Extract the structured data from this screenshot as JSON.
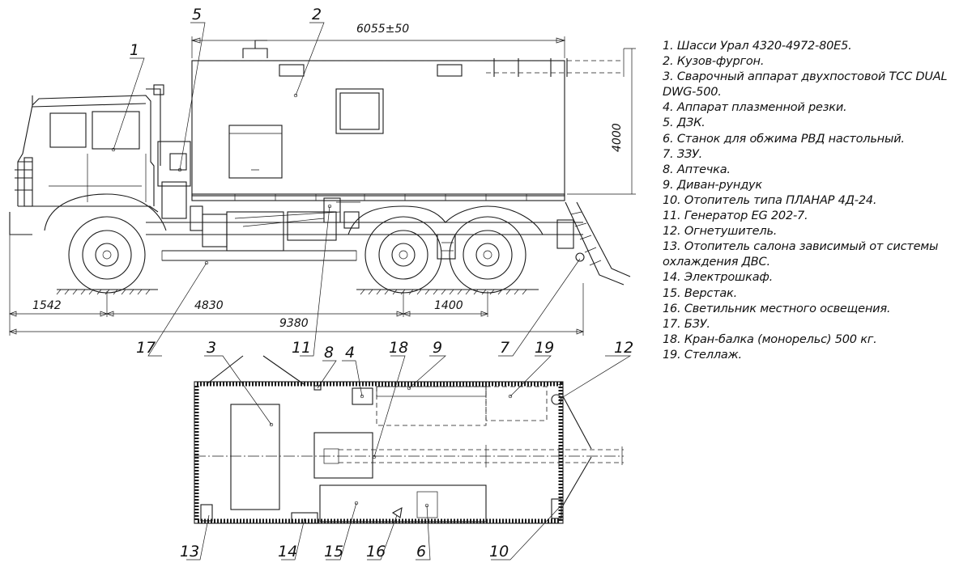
{
  "dimensions": {
    "body_length": "6055±50",
    "height": "4000",
    "front_overhang": "1542",
    "wheelbase_front": "4830",
    "rear_axles": "1400",
    "overall_length": "9380"
  },
  "callouts": {
    "c1": "1",
    "c2": "2",
    "c3": "3",
    "c4": "4",
    "c5": "5",
    "c6": "6",
    "c7": "7",
    "c8": "8",
    "c9": "9",
    "c10": "10",
    "c11": "11",
    "c12": "12",
    "c13": "13",
    "c14": "14",
    "c15": "15",
    "c16": "16",
    "c17": "17",
    "c18": "18",
    "c19": "19"
  },
  "legend": [
    "1. Шасси Урал 4320-4972-80Е5.",
    "2. Кузов-фургон.",
    "3. Сварочный аппарат двухпостовой ТСС DUAL DWG-500.",
    "4. Аппарат плазменной резки.",
    "5. ДЗК.",
    "6. Станок для обжима РВД настольный.",
    "7. ЗЗУ.",
    "8. Аптечка.",
    "9. Диван-рундук",
    "10. Отопитель типа ПЛАНАР 4Д-24.",
    "11. Генератор EG 202-7.",
    "12. Огнетушитель.",
    "13. Отопитель салона зависимый от системы охлаждения ДВС.",
    "14. Электрошкаф.",
    "15. Верстак.",
    "16. Светильник местного освещения.",
    "17. БЗУ.",
    "18. Кран-балка (монорельс) 500 кг.",
    "19. Стеллаж."
  ]
}
